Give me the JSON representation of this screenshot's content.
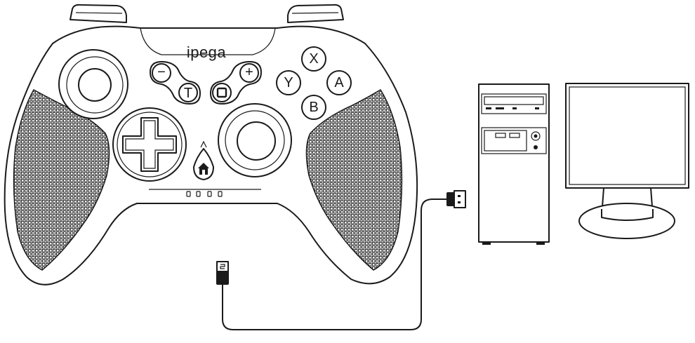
{
  "brand": {
    "logo_text": "ipega"
  },
  "face_buttons": {
    "x": "X",
    "y": "Y",
    "a": "A",
    "b": "B"
  },
  "system_buttons": {
    "minus": "−",
    "plus": "+",
    "turbo": "T"
  },
  "colors": {
    "line": "#1a1a1a",
    "background": "#ffffff"
  }
}
